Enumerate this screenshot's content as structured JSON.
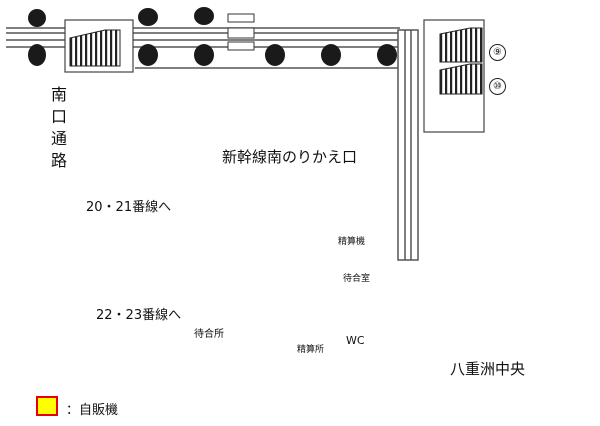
{
  "labels": {
    "south_corridor": "南口通路",
    "transfer_gate": "新幹線南のりかえ口",
    "tracks_20_21": "20・21番線へ",
    "tracks_22_23": "22・23番線へ",
    "waiting_room_1": "待合所",
    "waiting_room_2": "待合室",
    "fare_adjust_1": "精算機",
    "fare_adjust_2": "精算所",
    "restroom": "WC",
    "yaesu_central": "八重洲中央"
  },
  "track_numbers": [
    "⑨",
    "⑩"
  ],
  "legend": {
    "vending_machine": "：自販機"
  },
  "colors": {
    "vending_fill": "#ffff00",
    "vending_border": "#e60000",
    "gate_red": "#e60000",
    "wall": "#555555",
    "pillar": "#1a1a1a"
  },
  "icons": {
    "arrow": "entrance-arrow-icon",
    "escalator": "escalator-icon",
    "vending": "vending-machine-icon"
  }
}
